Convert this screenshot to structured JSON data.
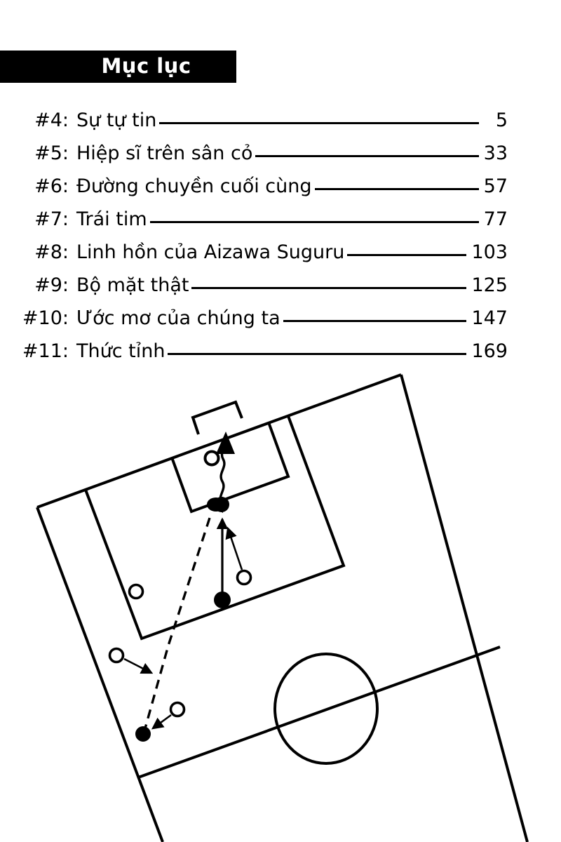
{
  "page": {
    "title_banner": {
      "label": "Mục lục"
    },
    "toc": {
      "entries": [
        {
          "num": "#4:",
          "title": "Sự tự tin",
          "page": "5"
        },
        {
          "num": "#5:",
          "title": "Hiệp sĩ trên sân cỏ",
          "page": "33"
        },
        {
          "num": "#6:",
          "title": "Đường chuyền cuối cùng",
          "page": "57"
        },
        {
          "num": "#7:",
          "title": "Trái tim",
          "page": "77"
        },
        {
          "num": "#8:",
          "title": "Linh hồn của Aizawa Suguru",
          "page": "103"
        },
        {
          "num": "#9:",
          "title": "Bộ mặt thật",
          "page": "125"
        },
        {
          "num": "#10:",
          "title": "Ước mơ của chúng ta",
          "page": "147"
        },
        {
          "num": "#11:",
          "title": "Thức tỉnh",
          "page": "169"
        }
      ]
    },
    "diagram": {
      "kind": "soccer-pitch-tactics",
      "description": "Tilted soccer pitch half with goal, goal area, penalty area, centre circle and halfway line; hollow circles and filled dots mark players, arrows mark runs and a wavy line marks the shot on goal.",
      "line_color": "#000000",
      "fill_color": "#ffffff",
      "markers": {
        "hollow_player_count": 5,
        "filled_player_count": 3,
        "run_arrow_count": 3,
        "pass_arrow_count": 1,
        "shot_wavy_arrow_count": 1,
        "dashed_run_count": 1
      }
    }
  }
}
